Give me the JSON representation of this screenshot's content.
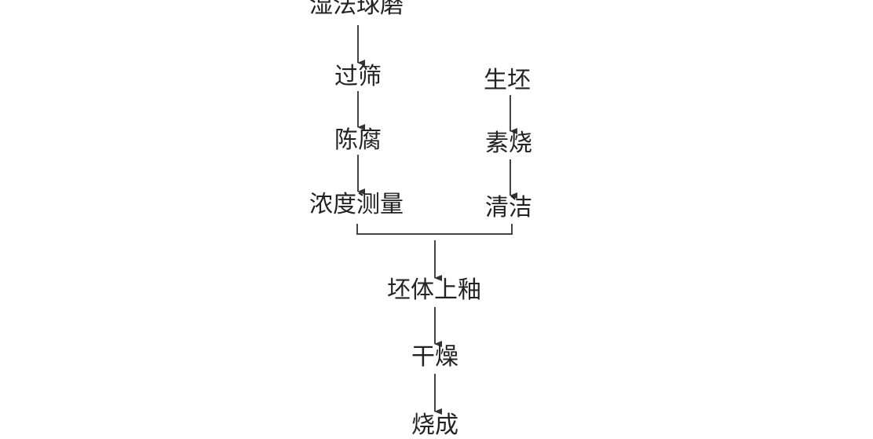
{
  "diagram": {
    "left_chain": [
      "湿法球磨",
      "过筛",
      "陈腐",
      "浓度测量"
    ],
    "right_chain": [
      "生坯",
      "素烧",
      "清洁"
    ],
    "merged_chain": [
      "坯体上釉",
      "干燥",
      "烧成"
    ]
  }
}
